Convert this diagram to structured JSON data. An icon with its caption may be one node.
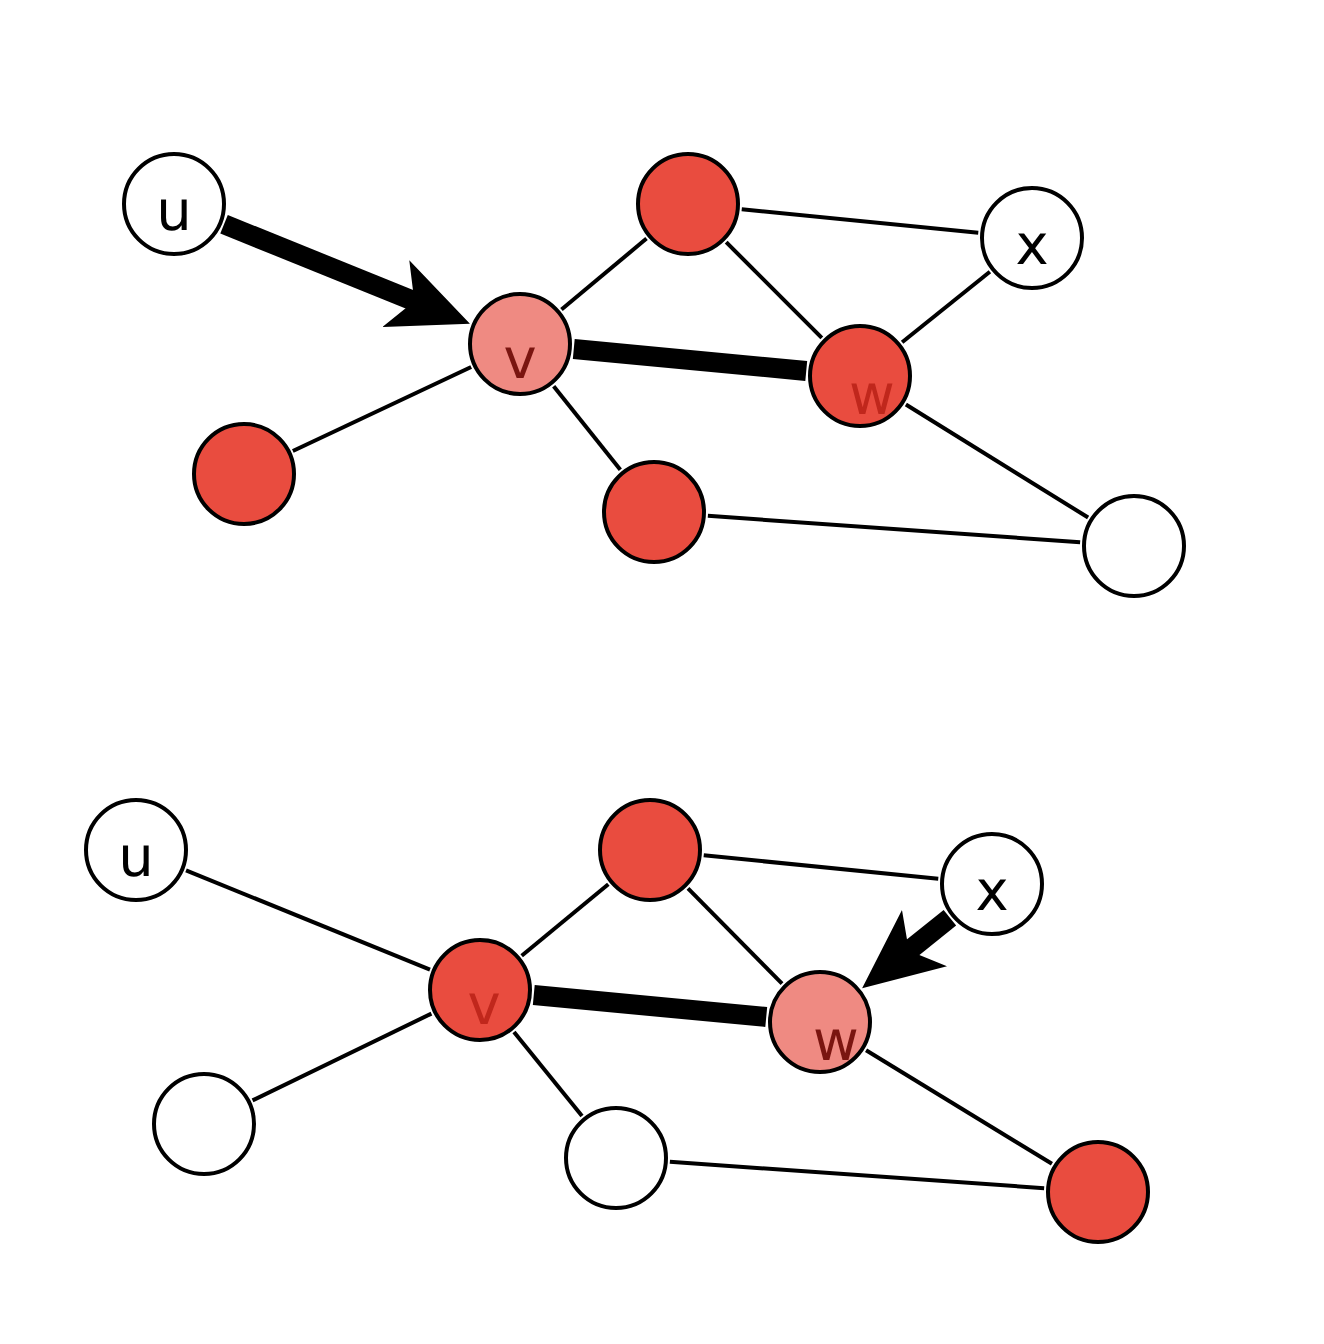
{
  "diagram": {
    "nodes": [
      {
        "text": [
          "u"
        ]
      },
      {
        "text": [],
        "shape": "circle"
      },
      {
        "text": [
          "x"
        ]
      },
      {
        "text": [
          "v"
        ]
      },
      {
        "text": [
          "w"
        ]
      },
      {
        "text": [],
        "shape": "circle"
      },
      {
        "text": [],
        "shape": "circle"
      },
      {
        "text": [],
        "shape": "circle"
      },
      {
        "text": [
          "u"
        ]
      },
      {
        "text": [],
        "shape": "circle"
      },
      {
        "text": [
          "x"
        ]
      },
      {
        "text": [
          "v"
        ]
      },
      {
        "text": [
          "w"
        ]
      },
      {
        "text": [],
        "shape": "circle"
      },
      {
        "text": [],
        "shape": "circle"
      },
      {
        "text": [],
        "shape": "circle"
      }
    ],
    "edges": [
      {
        "from": 0,
        "to": 3,
        "arrow": "to",
        "style": "thick"
      },
      {
        "from": 3,
        "to": 1,
        "arrow": "none"
      },
      {
        "from": 3,
        "to": 5,
        "arrow": "none"
      },
      {
        "from": 3,
        "to": 6,
        "arrow": "none"
      },
      {
        "from": 3,
        "to": 4,
        "arrow": "none",
        "style": "thick"
      },
      {
        "from": 1,
        "to": 2,
        "arrow": "none"
      },
      {
        "from": 1,
        "to": 4,
        "arrow": "none"
      },
      {
        "from": 2,
        "to": 4,
        "arrow": "none"
      },
      {
        "from": 4,
        "to": 7,
        "arrow": "none"
      },
      {
        "from": 6,
        "to": 7,
        "arrow": "none"
      },
      {
        "from": 8,
        "to": 11,
        "arrow": "none"
      },
      {
        "from": 11,
        "to": 9,
        "arrow": "none"
      },
      {
        "from": 11,
        "to": 13,
        "arrow": "none"
      },
      {
        "from": 11,
        "to": 14,
        "arrow": "none"
      },
      {
        "from": 11,
        "to": 12,
        "arrow": "none",
        "style": "thick"
      },
      {
        "from": 9,
        "to": 10,
        "arrow": "none"
      },
      {
        "from": 9,
        "to": 12,
        "arrow": "none"
      },
      {
        "from": 10,
        "to": 12,
        "arrow": "to",
        "style": "thick"
      },
      {
        "from": 12,
        "to": 15,
        "arrow": "none"
      },
      {
        "from": 14,
        "to": 15,
        "arrow": "none"
      }
    ]
  }
}
